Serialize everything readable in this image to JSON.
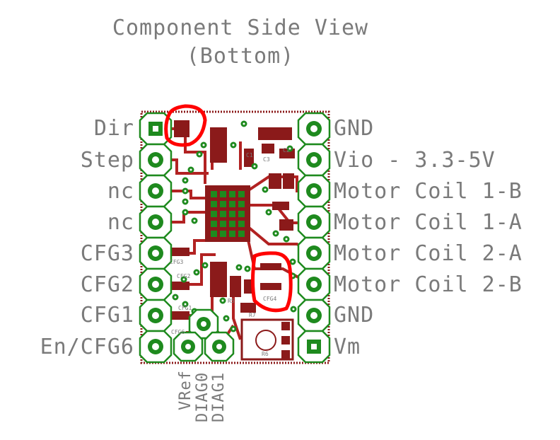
{
  "title": {
    "line1": "Component Side View",
    "line2": "(Bottom)"
  },
  "left_pins": [
    "Dir",
    "Step",
    "nc",
    "nc",
    "CFG3",
    "CFG2",
    "CFG1",
    "En/CFG6"
  ],
  "right_pins": [
    "GND",
    "Vio - 3.3-5V",
    "Motor Coil 1-B",
    "Motor Coil 1-A",
    "Motor Coil 2-A",
    "Motor Coil 2-B",
    "GND",
    "Vm"
  ],
  "bottom_pins": [
    "VRef",
    "DIAG0",
    "DIAG1"
  ],
  "silk_labels": {
    "cfg3": "CFG3",
    "cfg2": "CFG2",
    "cfg1": "CFG1",
    "cfg6": "CFG6",
    "c1": "C1",
    "c2": "C2",
    "c3": "C3",
    "r5": "R5",
    "r6": "R6",
    "r7": "R7",
    "cfg4": "CFG4"
  },
  "colors": {
    "board": "#8b1a1a",
    "copper": "#b22222",
    "pad": "#1e8a1e",
    "highlight": "#ff0000",
    "label": "#7a7a7a"
  }
}
